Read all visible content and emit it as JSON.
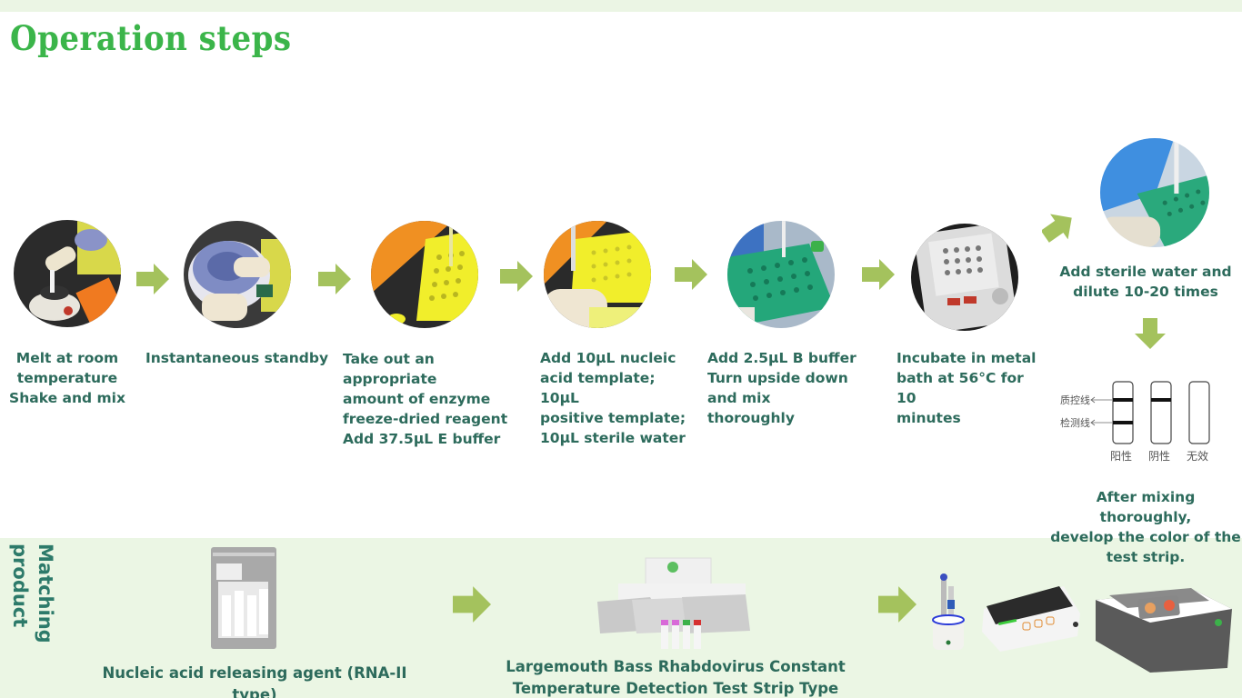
{
  "header": {
    "title": "Operation steps"
  },
  "colors": {
    "title_green": "#3bb54a",
    "text_teal": "#2d6b5c",
    "arrow_green": "#a4c25d",
    "panel_bg": "#ebf6e4"
  },
  "steps": [
    {
      "icon": "vortex-mixer-photo",
      "text": "Melt at room\ntemperature\nShake and mix"
    },
    {
      "icon": "centrifuge-photo",
      "text": "Instantaneous standby"
    },
    {
      "icon": "reagent-rack-photo",
      "text": "Take out an appropriate\namount of enzyme\nfreeze-dried reagent\nAdd 37.5μL E buffer"
    },
    {
      "icon": "pipette-template-photo",
      "text": "Add 10μL nucleic\nacid template; 10μL\npositive template;\n10μL sterile water"
    },
    {
      "icon": "green-rack-photo",
      "text": "Add 2.5μL B buffer\nTurn upside down\nand mix thoroughly"
    },
    {
      "icon": "metal-bath-photo",
      "text": "Incubate in metal\nbath at 56°C for 10\nminutes"
    },
    {
      "icon": "dilution-photo",
      "text": "Add sterile water and\ndilute 10-20 times"
    },
    {
      "icon": "test-strip-diagram",
      "text": "After mixing thoroughly,\ndevelop the color of the\ntest strip."
    }
  ],
  "strip_diagram": {
    "line_labels": [
      "质控线",
      "检测线"
    ],
    "results": [
      "阳性",
      "阴性",
      "无效"
    ]
  },
  "matching_product": {
    "label": "Matching\nproduct",
    "products": [
      {
        "icon": "releasing-agent-bag-photo",
        "caption": "Nucleic acid releasing agent (RNA-II type)"
      },
      {
        "icon": "detection-kit-photo",
        "caption": "Largemouth Bass Rhabdovirus Constant\nTemperature Detection Test Strip Type Kit"
      },
      {
        "icon": "instruments-photo",
        "caption": ""
      }
    ]
  }
}
